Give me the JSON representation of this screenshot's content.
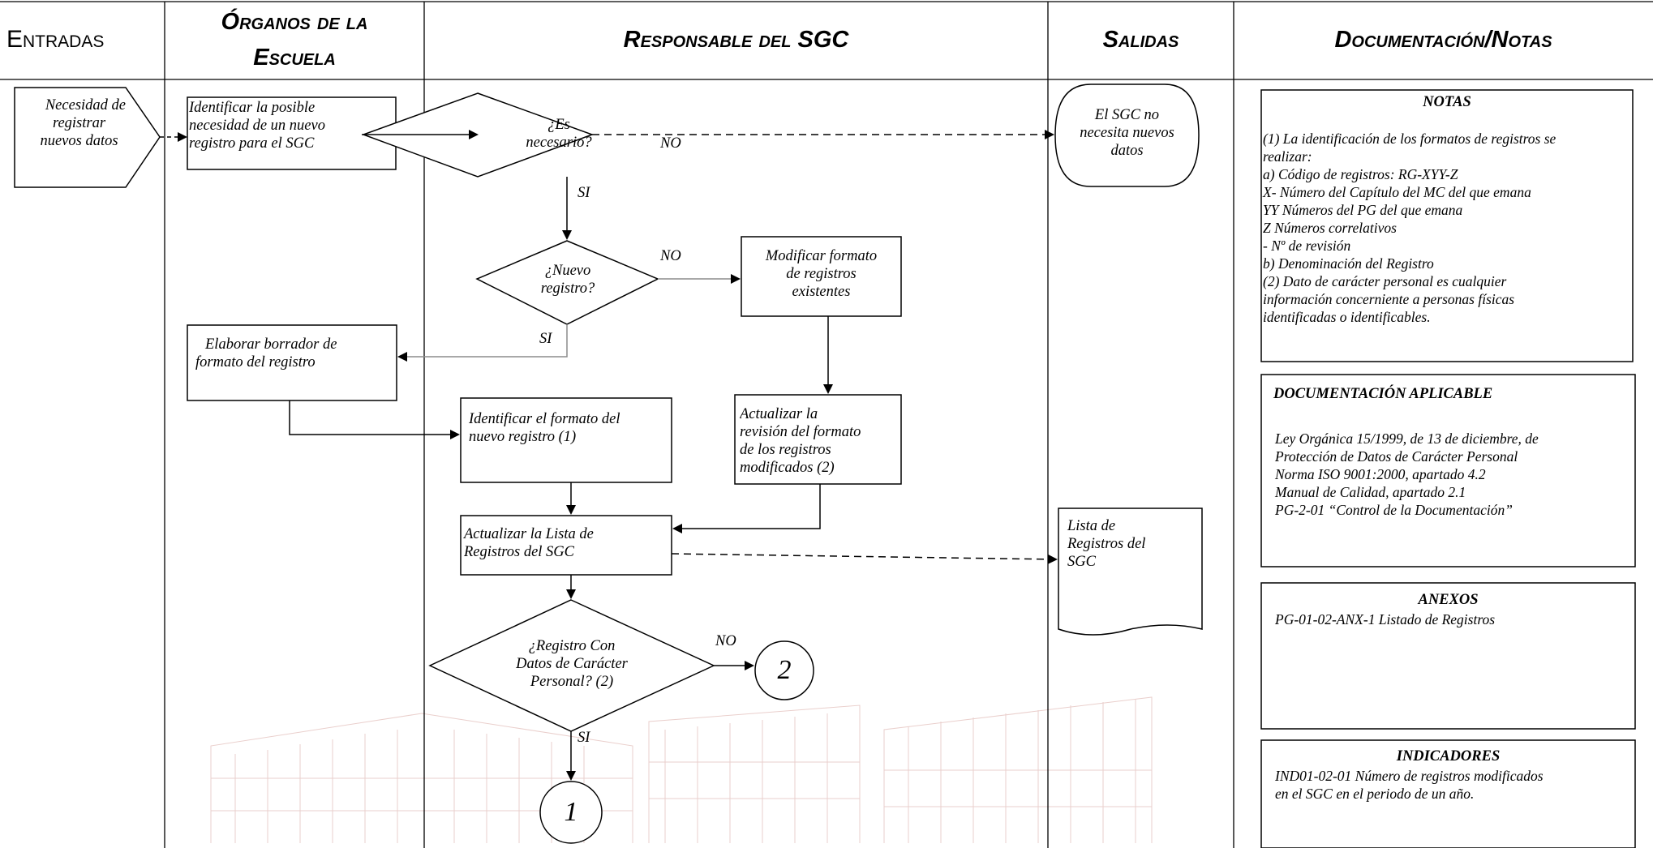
{
  "headers": {
    "entradas": "Entradas",
    "organos_line1": "Órganos de la",
    "organos_line2": "Escuela",
    "responsable": "Responsable del SGC",
    "salidas": "Salidas",
    "documentacion": "Documentación/Notas"
  },
  "nodes": {
    "input_necesidad": [
      "Necesidad de",
      "registrar",
      "nuevos datos"
    ],
    "identificar_necesidad": [
      "Identificar la posible",
      "necesidad de un nuevo",
      "registro para el SGC"
    ],
    "es_necesario": [
      "¿Es",
      "necesario?"
    ],
    "sgc_no_necesita": [
      "El SGC no",
      "necesita nuevos",
      "datos"
    ],
    "nuevo_registro": [
      "¿Nuevo",
      "registro?"
    ],
    "modificar_formato": [
      "Modificar formato",
      "de registros",
      "existentes"
    ],
    "elaborar_borrador": [
      "Elaborar borrador de",
      "formato del registro"
    ],
    "identificar_formato": [
      "Identificar el formato del",
      "nuevo registro (1)"
    ],
    "actualizar_revision": [
      "Actualizar la",
      "revisión del formato",
      "de los registros",
      "modificados (2)"
    ],
    "actualizar_lista": [
      "Actualizar la Lista de",
      "Registros del SGC"
    ],
    "lista_registros": [
      "Lista de",
      "Registros del",
      "SGC"
    ],
    "registro_datos_personales": [
      "¿Registro Con",
      "Datos de Carácter",
      "Personal? (2)"
    ],
    "connector_2": "2",
    "connector_1": "1"
  },
  "labels": {
    "no_1": "NO",
    "si_1": "SI",
    "no_2": "NO",
    "si_2": "SI",
    "no_3": "NO",
    "si_3": "SI"
  },
  "notas": {
    "title": "NOTAS",
    "lines": [
      "(1)  La identificación de los formatos de registros se",
      "realizar:",
      "a) Código de registros: RG-XYY-Z",
      "  X- Número del Capítulo del MC del que emana",
      "  YY Números del PG del que emana",
      "  Z Números correlativos",
      "- Nº de revisión",
      "b) Denominación del Registro",
      "(2) Dato de carácter personal es cualquier",
      "información concerniente a personas físicas",
      "identificadas o identificables."
    ]
  },
  "documentacion": {
    "title": "DOCUMENTACIÓN APLICABLE",
    "lines": [
      "Ley Orgánica 15/1999, de 13 de diciembre, de",
      "Protección de Datos de Carácter Personal",
      "Norma ISO 9001:2000, apartado 4.2",
      "Manual de Calidad, apartado 2.1",
      "PG-2-01 “Control de la Documentación”"
    ]
  },
  "anexos": {
    "title": "ANEXOS",
    "lines": [
      "PG-01-02-ANX-1 Listado de Registros"
    ]
  },
  "indicadores": {
    "title": "INDICADORES",
    "lines": [
      "IND01-02-01 Número de registros modificados",
      "en el SGC en el periodo de un año."
    ]
  },
  "colors": {
    "line": "#000000",
    "grey_line": "#8c8c8c",
    "watermark": "#d9a8a3"
  }
}
